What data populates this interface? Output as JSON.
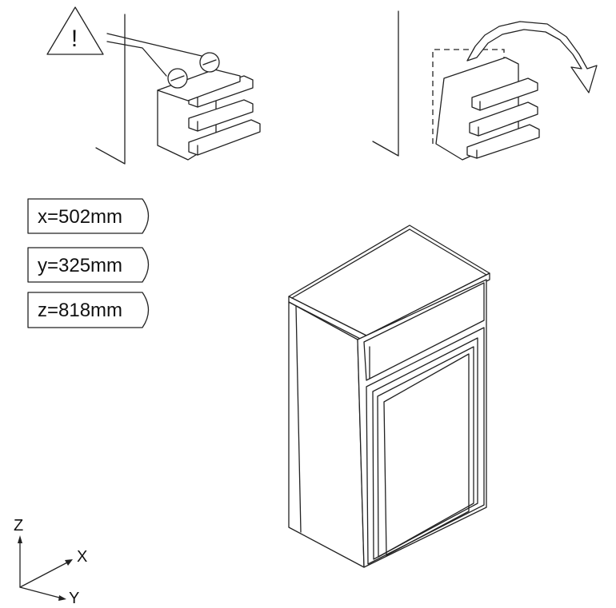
{
  "warning": {
    "symbol": "!"
  },
  "dimensions": [
    {
      "id": "x",
      "label": "x=502mm"
    },
    {
      "id": "y",
      "label": "y=325mm"
    },
    {
      "id": "z",
      "label": "z=818mm"
    }
  ],
  "axes": {
    "z": "Z",
    "x": "X",
    "y": "Y"
  }
}
